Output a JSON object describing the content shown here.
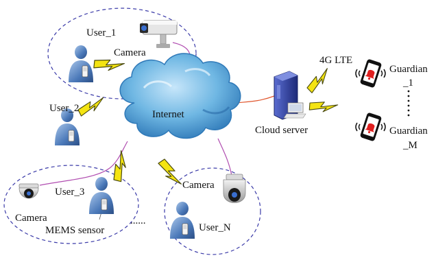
{
  "labels": {
    "user_1": "User_1",
    "user_2": "User_2",
    "user_3": "User_3",
    "user_n": "User_N",
    "camera_1": "Camera",
    "camera_3": "Camera",
    "camera_n": "Camera",
    "internet": "Internet",
    "cloud_server": "Cloud server",
    "lte": "4G LTE",
    "guardian_1_a": "Guardian",
    "guardian_1_b": "_1",
    "guardian_m_a": "Guardian",
    "guardian_m_b": "_M",
    "mems_sensor": "MEMS sensor",
    "ellipsis": "......"
  },
  "colors": {
    "group_border": "#3a3aa8",
    "cloud_fill": "#5aa7d8",
    "cloud_light": "#a9d6f2",
    "cloud_dark": "#2f79b8",
    "lightning": "#f4e412",
    "lightning_outline": "#4a4a10",
    "wire_magenta": "#b04cb0",
    "wire_orange": "#e0552c",
    "person": "#4a78b8",
    "server": "#2f3f9a"
  },
  "icons": [
    "person-icon",
    "camera-icon",
    "dome-camera-icon",
    "cloud-icon",
    "server-icon",
    "smartphone-alert-icon",
    "lightning-icon"
  ]
}
